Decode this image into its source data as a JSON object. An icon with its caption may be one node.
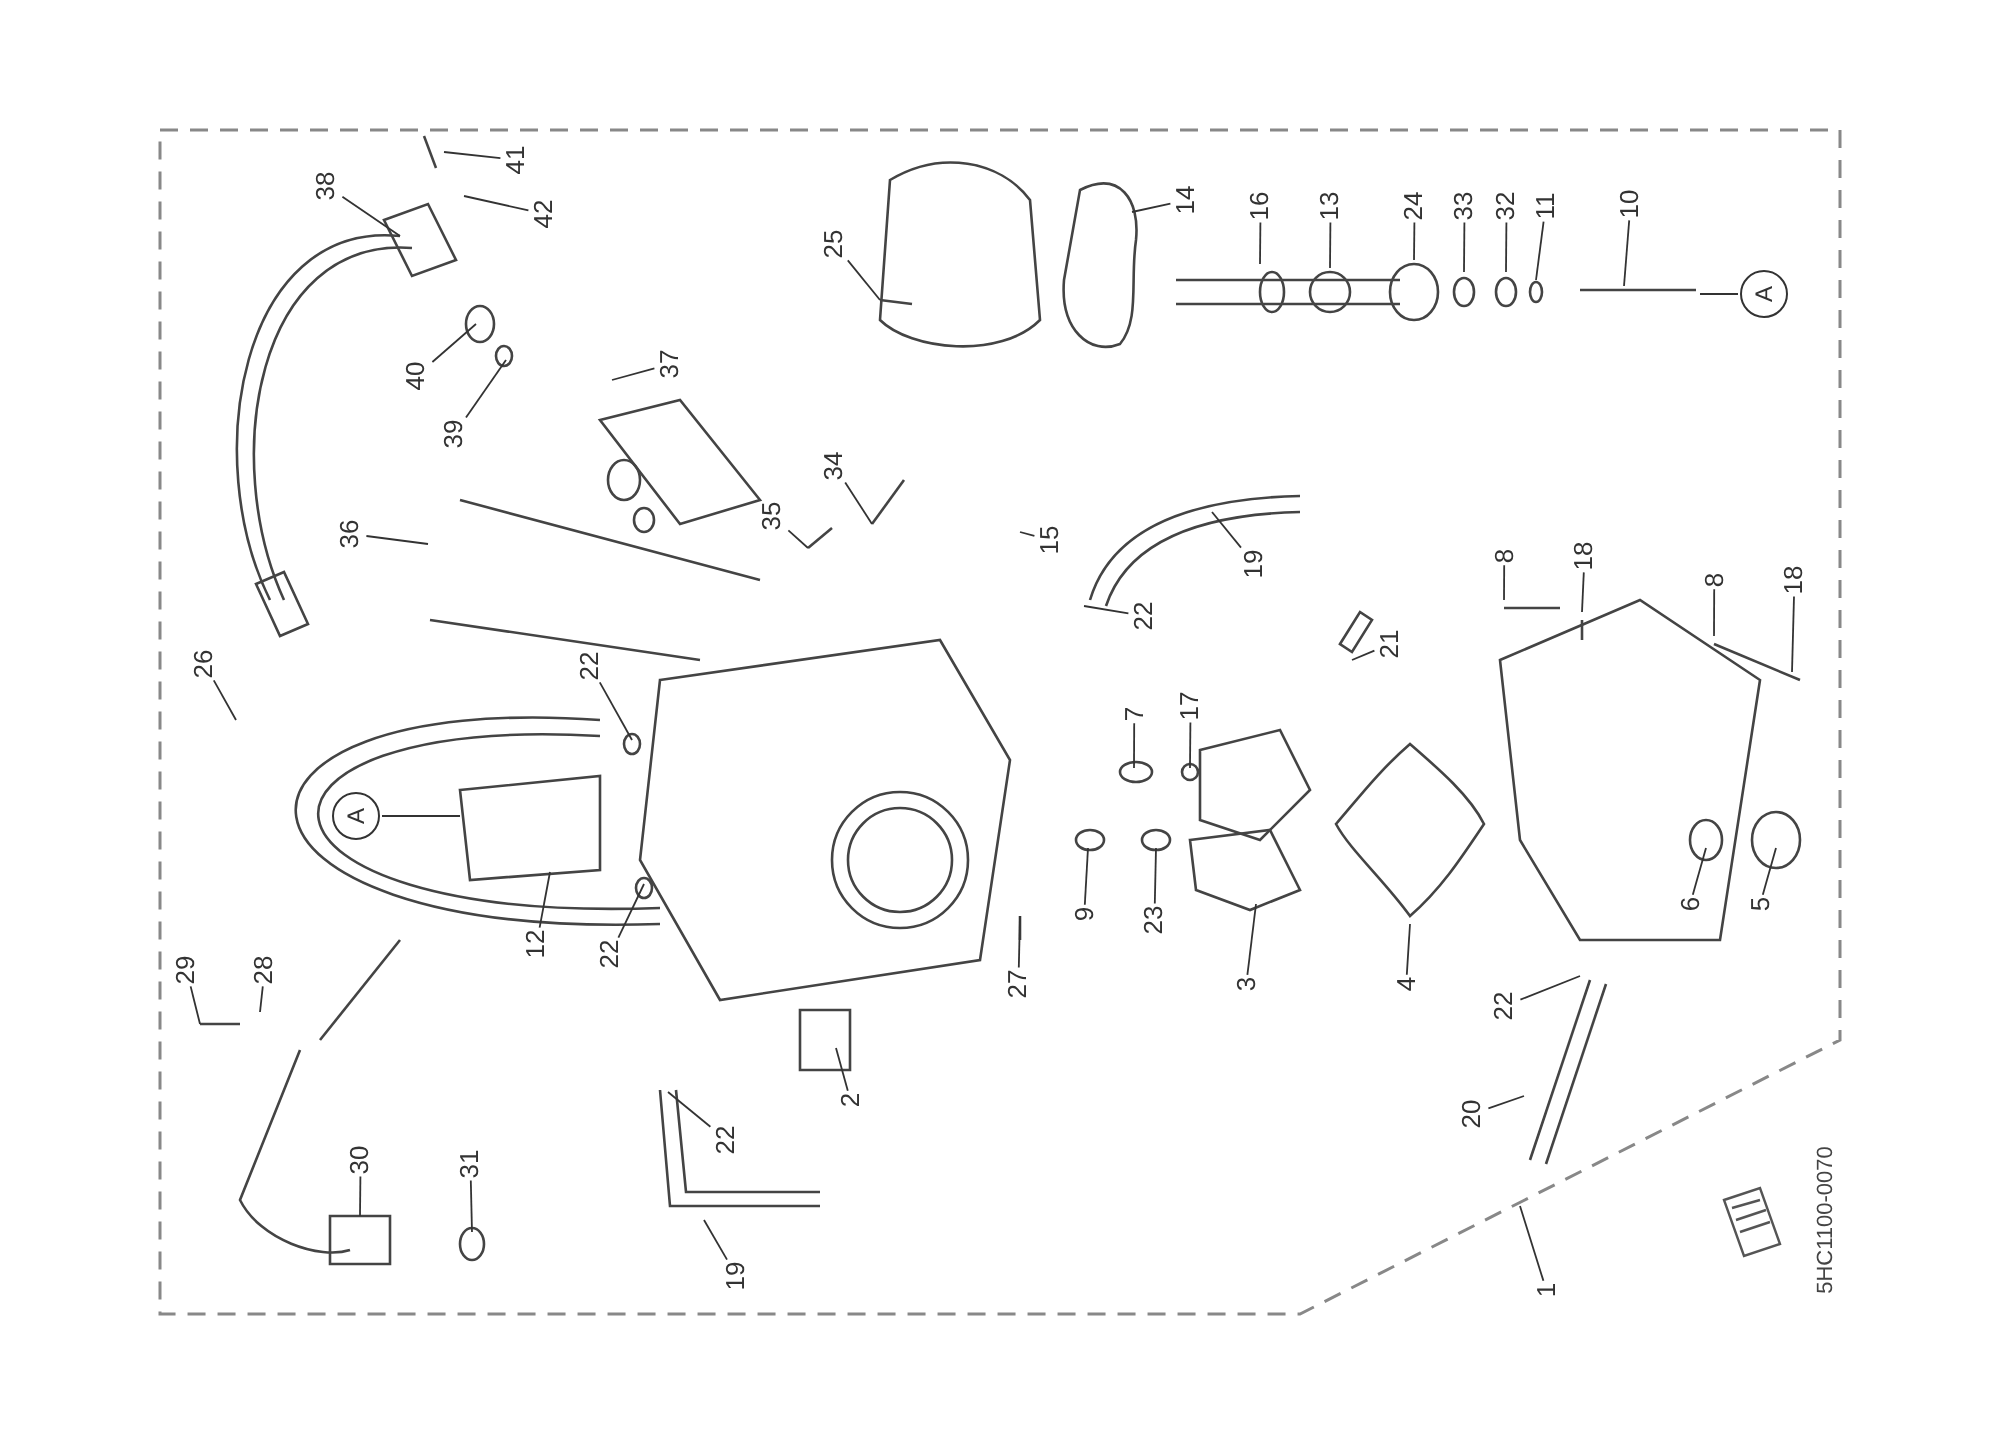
{
  "diagram": {
    "nodes": [
      {
        "text": [
          "41"
        ]
      },
      {
        "text": [
          "38"
        ]
      },
      {
        "text": [
          "42"
        ]
      },
      {
        "text": [
          "25"
        ]
      },
      {
        "text": [
          "14"
        ]
      },
      {
        "text": [
          "16"
        ]
      },
      {
        "text": [
          "13"
        ]
      },
      {
        "text": [
          "24"
        ]
      },
      {
        "text": [
          "33"
        ]
      },
      {
        "text": [
          "32"
        ]
      },
      {
        "text": [
          "11"
        ]
      },
      {
        "text": [
          "10"
        ]
      },
      {
        "text": [
          "A"
        ]
      },
      {
        "text": [
          "37"
        ]
      },
      {
        "text": [
          "40"
        ]
      },
      {
        "text": [
          "39"
        ]
      },
      {
        "text": [
          "34"
        ]
      },
      {
        "text": [
          "35"
        ]
      },
      {
        "text": [
          "36"
        ]
      },
      {
        "text": [
          "15"
        ]
      },
      {
        "text": [
          "8"
        ]
      },
      {
        "text": [
          "18"
        ]
      },
      {
        "text": [
          "19"
        ]
      },
      {
        "text": [
          "8"
        ]
      },
      {
        "text": [
          "18"
        ]
      },
      {
        "text": [
          "22"
        ]
      },
      {
        "text": [
          "21"
        ]
      },
      {
        "text": [
          "26"
        ]
      },
      {
        "text": [
          "22"
        ]
      },
      {
        "text": [
          "7"
        ]
      },
      {
        "text": [
          "17"
        ]
      },
      {
        "text": [
          "A"
        ]
      },
      {
        "text": [
          "6"
        ]
      },
      {
        "text": [
          "5"
        ]
      },
      {
        "text": [
          "9"
        ]
      },
      {
        "text": [
          "23"
        ]
      },
      {
        "text": [
          "3"
        ]
      },
      {
        "text": [
          "4"
        ]
      },
      {
        "text": [
          "12"
        ]
      },
      {
        "text": [
          "22"
        ]
      },
      {
        "text": [
          "29"
        ]
      },
      {
        "text": [
          "28"
        ]
      },
      {
        "text": [
          "27"
        ]
      },
      {
        "text": [
          "22"
        ]
      },
      {
        "text": [
          "2"
        ]
      },
      {
        "text": [
          "20"
        ]
      },
      {
        "text": [
          "22"
        ]
      },
      {
        "text": [
          "30"
        ]
      },
      {
        "text": [
          "31"
        ]
      },
      {
        "text": [
          "19"
        ]
      },
      {
        "text": [
          "1"
        ]
      }
    ],
    "edges": [
      {
        "from": 0,
        "to": null,
        "arrow": "none"
      },
      {
        "from": 1,
        "to": null,
        "arrow": "none"
      },
      {
        "from": 2,
        "to": null,
        "arrow": "none"
      },
      {
        "from": 3,
        "to": null,
        "arrow": "none"
      },
      {
        "from": 4,
        "to": null,
        "arrow": "none"
      },
      {
        "from": 5,
        "to": null,
        "arrow": "none"
      },
      {
        "from": 6,
        "to": null,
        "arrow": "none"
      },
      {
        "from": 7,
        "to": null,
        "arrow": "none"
      },
      {
        "from": 8,
        "to": null,
        "arrow": "none"
      },
      {
        "from": 9,
        "to": null,
        "arrow": "none"
      },
      {
        "from": 10,
        "to": null,
        "arrow": "none"
      },
      {
        "from": 11,
        "to": null,
        "arrow": "none"
      },
      {
        "from": 12,
        "to": null,
        "arrow": "none"
      },
      {
        "from": 13,
        "to": null,
        "arrow": "none"
      },
      {
        "from": 14,
        "to": null,
        "arrow": "none"
      },
      {
        "from": 15,
        "to": null,
        "arrow": "none"
      },
      {
        "from": 16,
        "to": null,
        "arrow": "none"
      },
      {
        "from": 17,
        "to": null,
        "arrow": "none"
      },
      {
        "from": 18,
        "to": null,
        "arrow": "none"
      },
      {
        "from": 19,
        "to": null,
        "arrow": "none"
      },
      {
        "from": 20,
        "to": null,
        "arrow": "none"
      },
      {
        "from": 21,
        "to": null,
        "arrow": "none"
      },
      {
        "from": 22,
        "to": null,
        "arrow": "none"
      },
      {
        "from": 23,
        "to": null,
        "arrow": "none"
      },
      {
        "from": 24,
        "to": null,
        "arrow": "none"
      },
      {
        "from": 25,
        "to": null,
        "arrow": "none"
      },
      {
        "from": 26,
        "to": null,
        "arrow": "none"
      },
      {
        "from": 27,
        "to": null,
        "arrow": "none"
      },
      {
        "from": 28,
        "to": null,
        "arrow": "none"
      },
      {
        "from": 29,
        "to": null,
        "arrow": "none"
      },
      {
        "from": 30,
        "to": null,
        "arrow": "none"
      },
      {
        "from": 31,
        "to": null,
        "arrow": "none"
      },
      {
        "from": 32,
        "to": null,
        "arrow": "none"
      },
      {
        "from": 33,
        "to": null,
        "arrow": "none"
      },
      {
        "from": 34,
        "to": null,
        "arrow": "none"
      },
      {
        "from": 35,
        "to": null,
        "arrow": "none"
      },
      {
        "from": 36,
        "to": null,
        "arrow": "none"
      },
      {
        "from": 37,
        "to": null,
        "arrow": "none"
      },
      {
        "from": 38,
        "to": null,
        "arrow": "none"
      },
      {
        "from": 39,
        "to": null,
        "arrow": "none"
      },
      {
        "from": 40,
        "to": null,
        "arrow": "none"
      },
      {
        "from": 41,
        "to": null,
        "arrow": "none"
      },
      {
        "from": 42,
        "to": null,
        "arrow": "none"
      },
      {
        "from": 43,
        "to": null,
        "arrow": "none"
      },
      {
        "from": 44,
        "to": null,
        "arrow": "none"
      },
      {
        "from": 45,
        "to": null,
        "arrow": "none"
      },
      {
        "from": 46,
        "to": null,
        "arrow": "none"
      },
      {
        "from": 47,
        "to": null,
        "arrow": "none"
      },
      {
        "from": 48,
        "to": null,
        "arrow": "none"
      },
      {
        "from": 49,
        "to": null,
        "arrow": "none"
      },
      {
        "from": 50,
        "to": null,
        "arrow": "none"
      }
    ],
    "labels": [
      "5HC1100-0070"
    ]
  }
}
